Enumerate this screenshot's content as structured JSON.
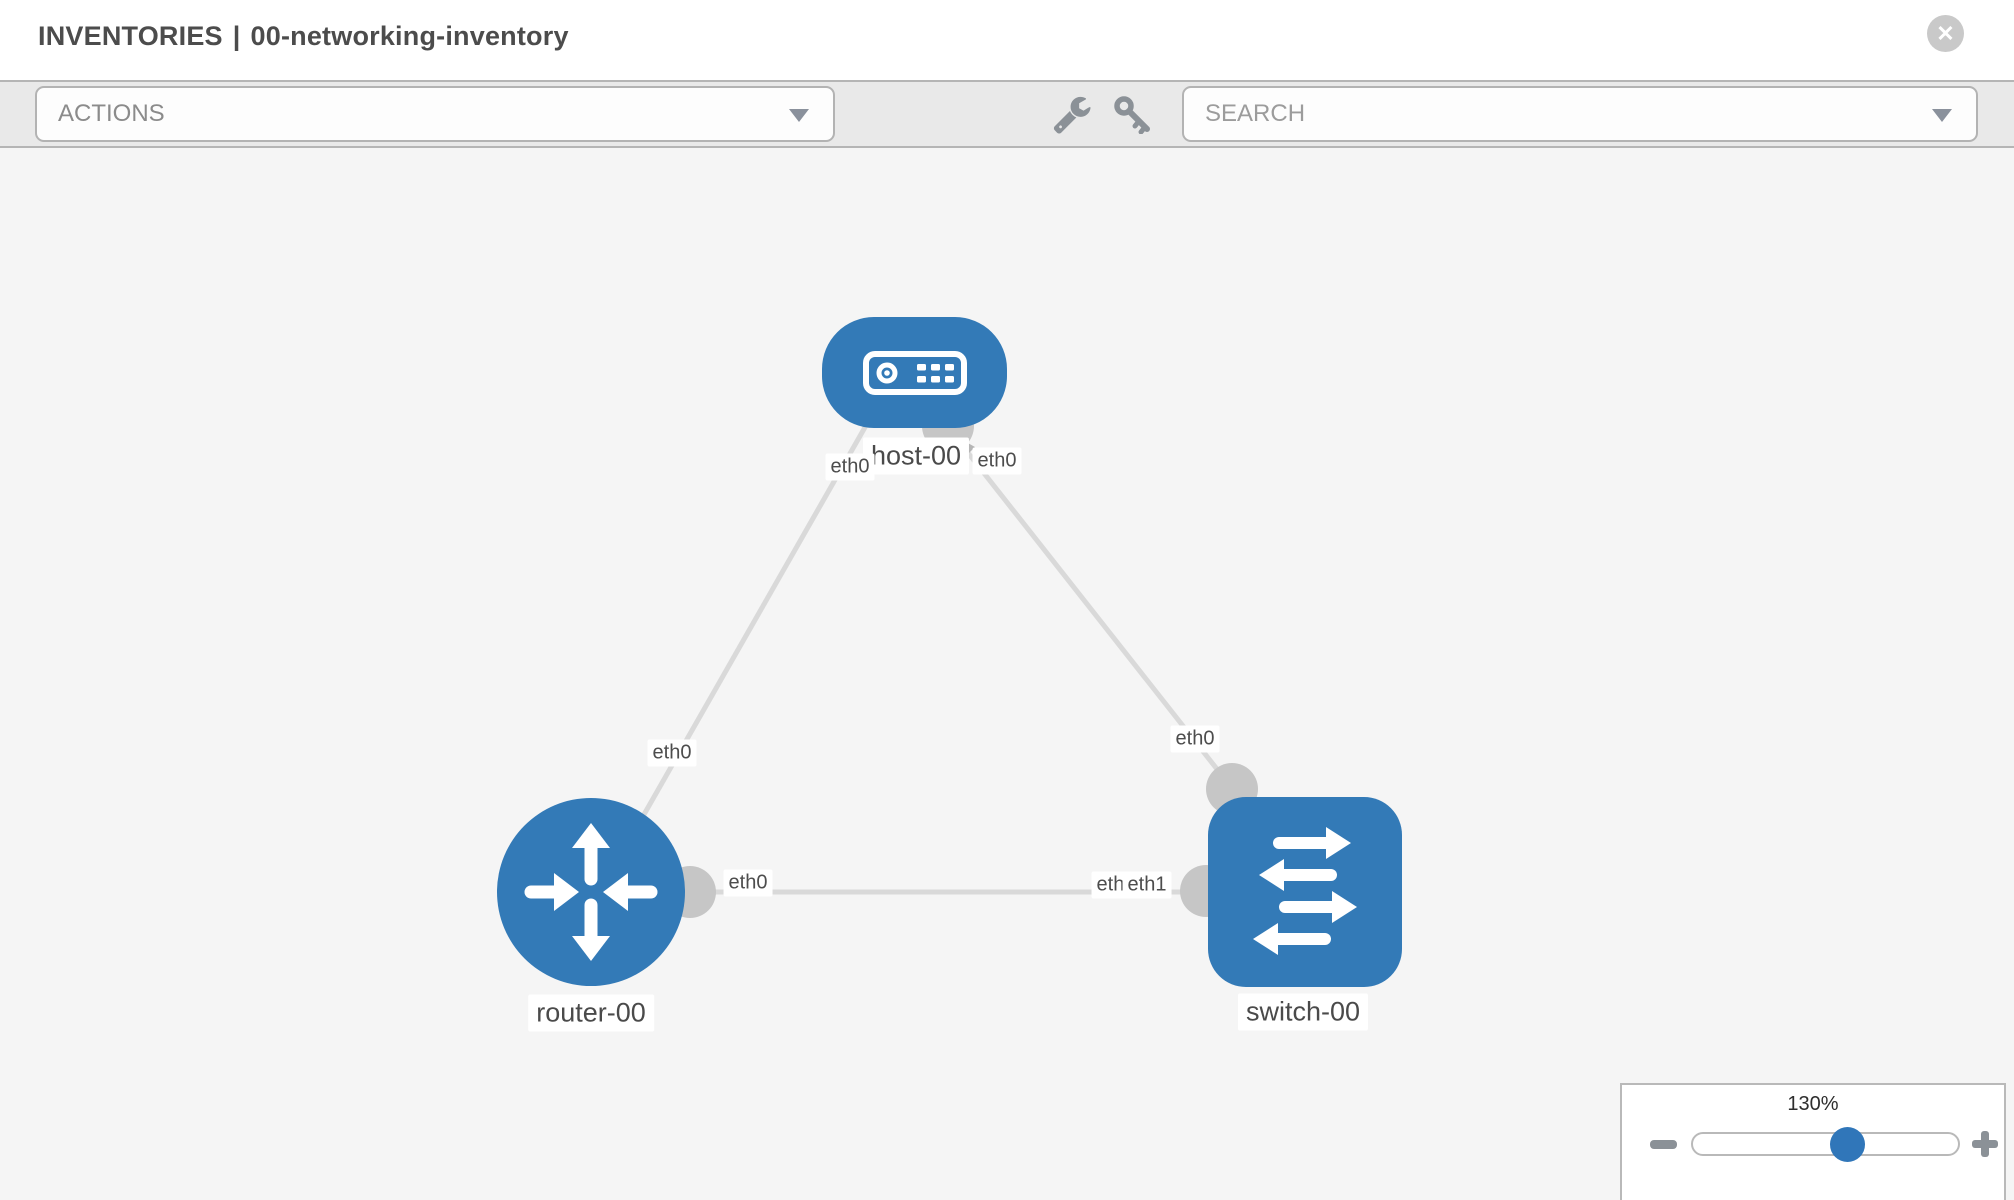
{
  "header": {
    "title_section": "INVENTORIES",
    "title_separator": "|",
    "title_item": "00-networking-inventory",
    "close_symbol": "✕"
  },
  "toolbar": {
    "actions_label": "ACTIONS",
    "search_label": "SEARCH",
    "icons": [
      "wrench-icon",
      "key-icon"
    ]
  },
  "topology": {
    "node_labels": {
      "host": "host-00",
      "router": "router-00",
      "switch": "switch-00"
    },
    "node_types": {
      "host": "host",
      "router": "router",
      "switch": "switch"
    },
    "interface_labels": {
      "host_left": "eth0",
      "host_right": "eth0",
      "router_top": "eth0",
      "router_right": "eth0",
      "switch_top": "eth0",
      "switch_left_back": "eth0",
      "switch_left_front": "eth1"
    },
    "links": [
      {
        "from": "host-00",
        "to": "router-00",
        "from_interface": "eth0",
        "to_interface": "eth0"
      },
      {
        "from": "host-00",
        "to": "switch-00",
        "from_interface": "eth0",
        "to_interface": "eth0"
      },
      {
        "from": "router-00",
        "to": "switch-00",
        "from_interface": "eth0",
        "to_interface": "eth1"
      }
    ]
  },
  "zoom_control": {
    "level": "130%",
    "slider_percent": 64
  },
  "colors": {
    "node_blue": "#337ab7",
    "link_gray": "#d9d9d9",
    "endpoint_gray": "#c6c6c6",
    "handle_blue": "#3076b9",
    "toolbar_gray": "#e9e9e9",
    "canvas_gray": "#f5f5f5"
  }
}
